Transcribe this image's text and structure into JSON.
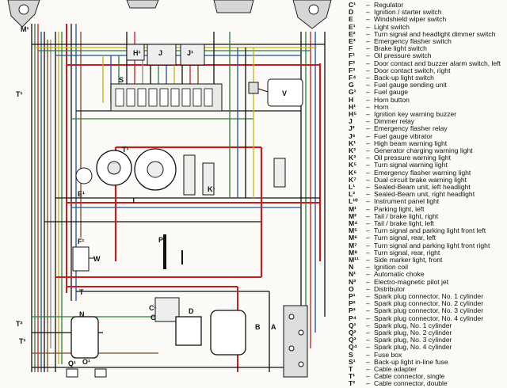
{
  "diagram": {
    "component_labels": [
      {
        "id": "H1",
        "text": "H¹"
      },
      {
        "id": "J",
        "text": "J"
      },
      {
        "id": "J1",
        "text": "J¹"
      },
      {
        "id": "S",
        "text": "S"
      },
      {
        "id": "V",
        "text": "V"
      },
      {
        "id": "E1",
        "text": "E¹"
      },
      {
        "id": "T1",
        "text": "T¹"
      },
      {
        "id": "M1",
        "text": "M¹"
      },
      {
        "id": "W",
        "text": "W"
      },
      {
        "id": "F1",
        "text": "F¹"
      },
      {
        "id": "T2",
        "text": "T²"
      },
      {
        "id": "P1",
        "text": "P¹"
      },
      {
        "id": "T3",
        "text": "T"
      },
      {
        "id": "T4",
        "text": "T"
      },
      {
        "id": "N",
        "text": "N"
      },
      {
        "id": "C1",
        "text": "C¹"
      },
      {
        "id": "C",
        "text": "C"
      },
      {
        "id": "D",
        "text": "D"
      },
      {
        "id": "B",
        "text": "B"
      },
      {
        "id": "A",
        "text": "A"
      },
      {
        "id": "O1",
        "text": "O¹"
      },
      {
        "id": "Q1",
        "text": "Q¹"
      },
      {
        "id": "K1",
        "text": "K¹"
      },
      {
        "id": "T5",
        "text": "T¹"
      },
      {
        "id": "Tp",
        "text": "T¹"
      }
    ]
  },
  "legend": [
    {
      "code": "C¹",
      "label": "Regulator"
    },
    {
      "code": "D",
      "label": "Ignition / starter switch"
    },
    {
      "code": "E",
      "label": "Windshield wiper switch"
    },
    {
      "code": "E¹",
      "label": "Light switch"
    },
    {
      "code": "E²",
      "label": "Turn signal and headlight dimmer switch"
    },
    {
      "code": "E³",
      "label": "Emergency flasher switch"
    },
    {
      "code": "F",
      "label": "Brake light switch"
    },
    {
      "code": "F¹",
      "label": "Oil pressure switch"
    },
    {
      "code": "F²",
      "label": "Door contact and buzzer alarm switch, left"
    },
    {
      "code": "F³",
      "label": "Door contact switch, right"
    },
    {
      "code": "F⁴",
      "label": "Back-up light switch"
    },
    {
      "code": "G",
      "label": "Fuel gauge sending unit"
    },
    {
      "code": "G¹",
      "label": "Fuel gauge"
    },
    {
      "code": "H",
      "label": "Horn button"
    },
    {
      "code": "H¹",
      "label": "Horn"
    },
    {
      "code": "H⁵",
      "label": "Ignition key warning buzzer"
    },
    {
      "code": "J",
      "label": "Dimmer relay"
    },
    {
      "code": "J²",
      "label": "Emergency flasher relay"
    },
    {
      "code": "J⁶",
      "label": "Fuel gauge vibrator"
    },
    {
      "code": "K¹",
      "label": "High beam warning light"
    },
    {
      "code": "K²",
      "label": "Generator charging warning light"
    },
    {
      "code": "K³",
      "label": "Oil pressure warning light"
    },
    {
      "code": "K⁵",
      "label": "Turn signal warning light"
    },
    {
      "code": "K⁶",
      "label": "Emergency flasher warning light"
    },
    {
      "code": "K⁷",
      "label": "Dual circuit brake warning light"
    },
    {
      "code": "L¹",
      "label": "Sealed-Beam unit, left headlight"
    },
    {
      "code": "L²",
      "label": "Sealed-Beam unit, right headlight"
    },
    {
      "code": "L¹⁰",
      "label": "Instrument panel light"
    },
    {
      "code": "M¹",
      "label": "Parking light, left"
    },
    {
      "code": "M²",
      "label": "Tail / brake light, right"
    },
    {
      "code": "M⁴",
      "label": "Tail / brake light, left"
    },
    {
      "code": "M⁵",
      "label": "Turn signal and parking light front left"
    },
    {
      "code": "M⁶",
      "label": "Turn signal, rear, left"
    },
    {
      "code": "M⁷",
      "label": "Turn signal and parking light front right"
    },
    {
      "code": "M⁸",
      "label": "Turn signal, rear, right"
    },
    {
      "code": "M¹¹",
      "label": "Side marker light, front"
    },
    {
      "code": "N",
      "label": "Ignition coil"
    },
    {
      "code": "N¹",
      "label": "Automatic choke"
    },
    {
      "code": "N³",
      "label": "Electro-magnetic pilot jet"
    },
    {
      "code": "O",
      "label": "Distributor"
    },
    {
      "code": "P¹",
      "label": "Spark plug connector, No. 1 cylinder"
    },
    {
      "code": "P²",
      "label": "Spark plug connector, No. 2 cylinder"
    },
    {
      "code": "P³",
      "label": "Spark plug connector, No. 3 cylinder"
    },
    {
      "code": "P⁴",
      "label": "Spark plug connector, No. 4 cylinder"
    },
    {
      "code": "Q¹",
      "label": "Spark plug, No. 1 cylinder"
    },
    {
      "code": "Q²",
      "label": "Spark plug, No. 2 cylinder"
    },
    {
      "code": "Q³",
      "label": "Spark plug, No. 3 cylinder"
    },
    {
      "code": "Q⁴",
      "label": "Spark plug, No. 4 cylinder"
    },
    {
      "code": "S",
      "label": "Fuse box"
    },
    {
      "code": "S¹",
      "label": "Back-up light in-line fuse"
    },
    {
      "code": "T",
      "label": "Cable adapter"
    },
    {
      "code": "T¹",
      "label": "Cable connector, single"
    },
    {
      "code": "T²",
      "label": "Cable connector, double"
    }
  ]
}
